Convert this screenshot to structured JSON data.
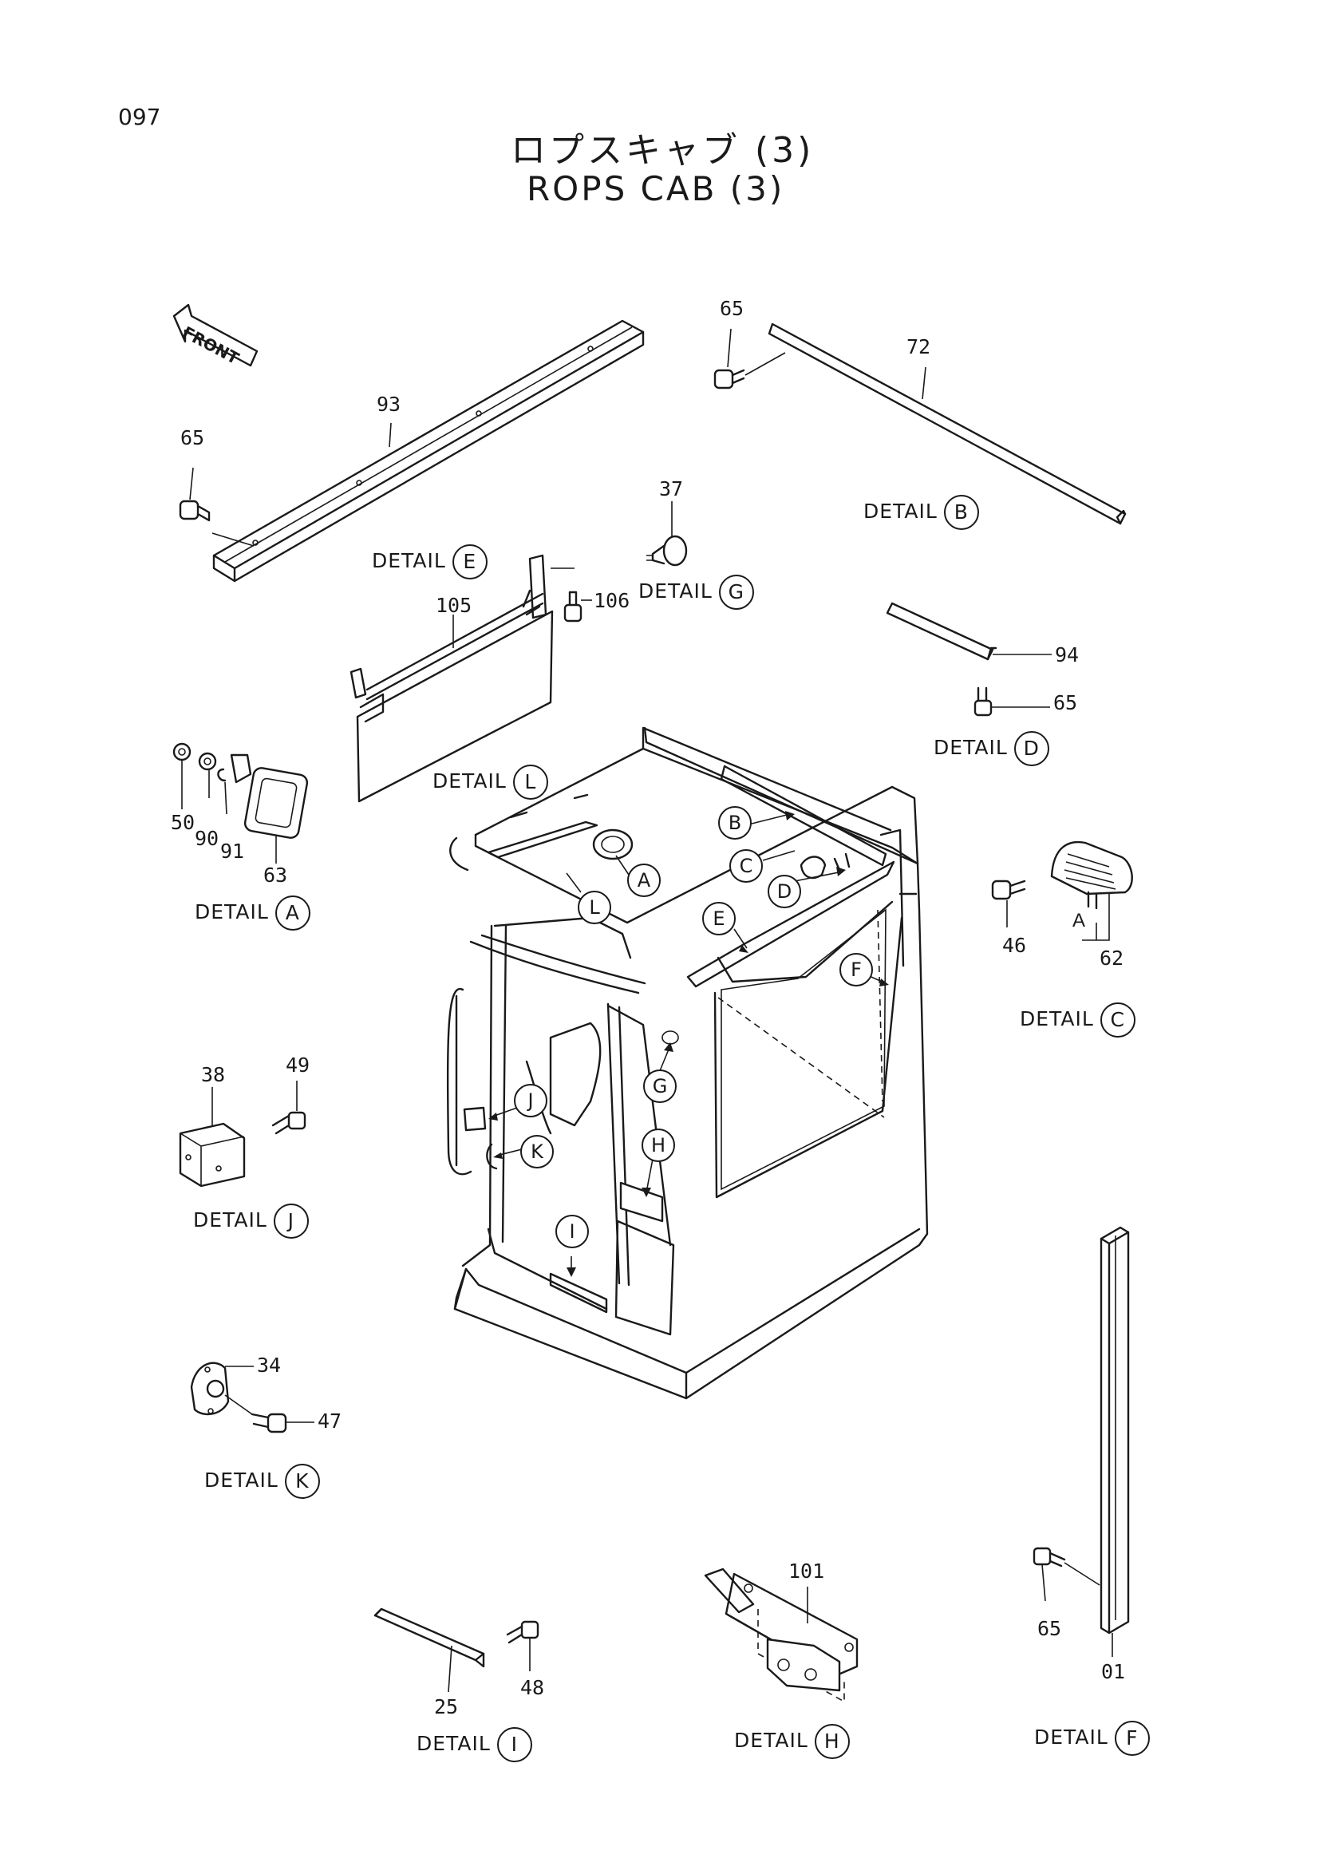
{
  "page_number": "097",
  "title_jp": "ロプスキャブ (3)",
  "title_en": "ROPS CAB (3)",
  "front_label": "FRONT",
  "detail_word": "DETAIL",
  "details": {
    "A": "A",
    "B": "B",
    "C": "C",
    "D": "D",
    "E": "E",
    "F": "F",
    "G": "G",
    "H": "H",
    "I": "I",
    "J": "J",
    "K": "K",
    "L": "L"
  },
  "callouts": {
    "A": "A",
    "B": "B",
    "C": "C",
    "D": "D",
    "E": "E",
    "F": "F",
    "G": "G",
    "H": "H",
    "I": "I",
    "J": "J",
    "K": "K",
    "L": "L"
  },
  "sub_label_A": "A",
  "parts": {
    "p93": "93",
    "p65a": "65",
    "p65b": "65",
    "p72": "72",
    "p37": "37",
    "p105": "105",
    "p106": "106",
    "p94": "94",
    "p65c": "65",
    "p50": "50",
    "p90": "90",
    "p91": "91",
    "p63": "63",
    "p46": "46",
    "p62": "62",
    "p38": "38",
    "p49": "49",
    "p34": "34",
    "p47": "47",
    "p25": "25",
    "p48": "48",
    "p101": "101",
    "p65d": "65",
    "p01": "01"
  }
}
